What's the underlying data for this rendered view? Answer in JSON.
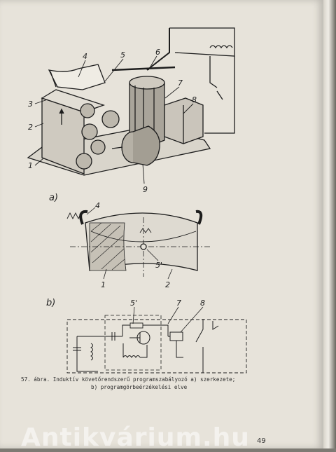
{
  "figure": {
    "panels": {
      "a": "a)",
      "b": "b)"
    },
    "labels_a": [
      "1",
      "2",
      "3",
      "4",
      "5",
      "6",
      "7",
      "8",
      "9"
    ],
    "labels_b": [
      "4",
      "5'",
      "1",
      "2"
    ],
    "labels_c": [
      "5'",
      "7",
      "8"
    ]
  },
  "caption": {
    "line1": "57. ábra. Induktív követőrendszerű programszabályozó a) szerkezete;",
    "line2": "b) programgörbeérzékelési elve"
  },
  "page_number": "49",
  "watermark": "Antikvárium.hu"
}
